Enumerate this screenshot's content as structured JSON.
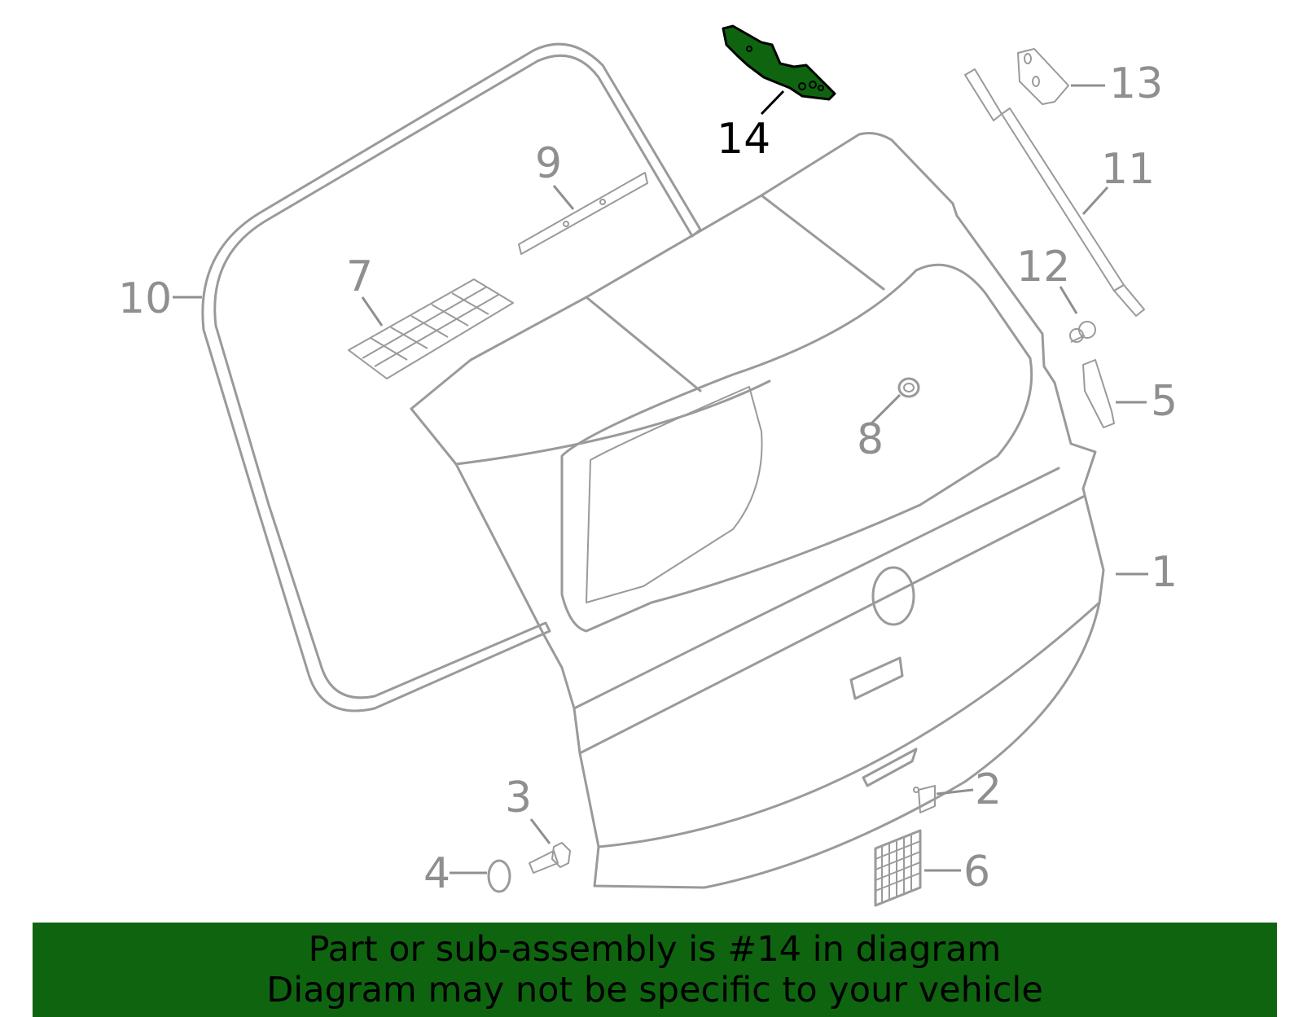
{
  "callouts": [
    {
      "id": "1",
      "label": "1",
      "highlighted": false
    },
    {
      "id": "2",
      "label": "2",
      "highlighted": false
    },
    {
      "id": "3",
      "label": "3",
      "highlighted": false
    },
    {
      "id": "4",
      "label": "4",
      "highlighted": false
    },
    {
      "id": "5",
      "label": "5",
      "highlighted": false
    },
    {
      "id": "6",
      "label": "6",
      "highlighted": false
    },
    {
      "id": "7",
      "label": "7",
      "highlighted": false
    },
    {
      "id": "8",
      "label": "8",
      "highlighted": false
    },
    {
      "id": "9",
      "label": "9",
      "highlighted": false
    },
    {
      "id": "10",
      "label": "10",
      "highlighted": false
    },
    {
      "id": "11",
      "label": "11",
      "highlighted": false
    },
    {
      "id": "12",
      "label": "12",
      "highlighted": false
    },
    {
      "id": "13",
      "label": "13",
      "highlighted": false
    },
    {
      "id": "14",
      "label": "14",
      "highlighted": true
    }
  ],
  "banner": {
    "line1": "Part or sub-assembly is #14 in diagram",
    "line2": "Diagram may not be specific to your vehicle"
  },
  "colors": {
    "highlight": "#0f6410",
    "outline": "#9a9a9a",
    "banner_bg": "#0f6410"
  }
}
